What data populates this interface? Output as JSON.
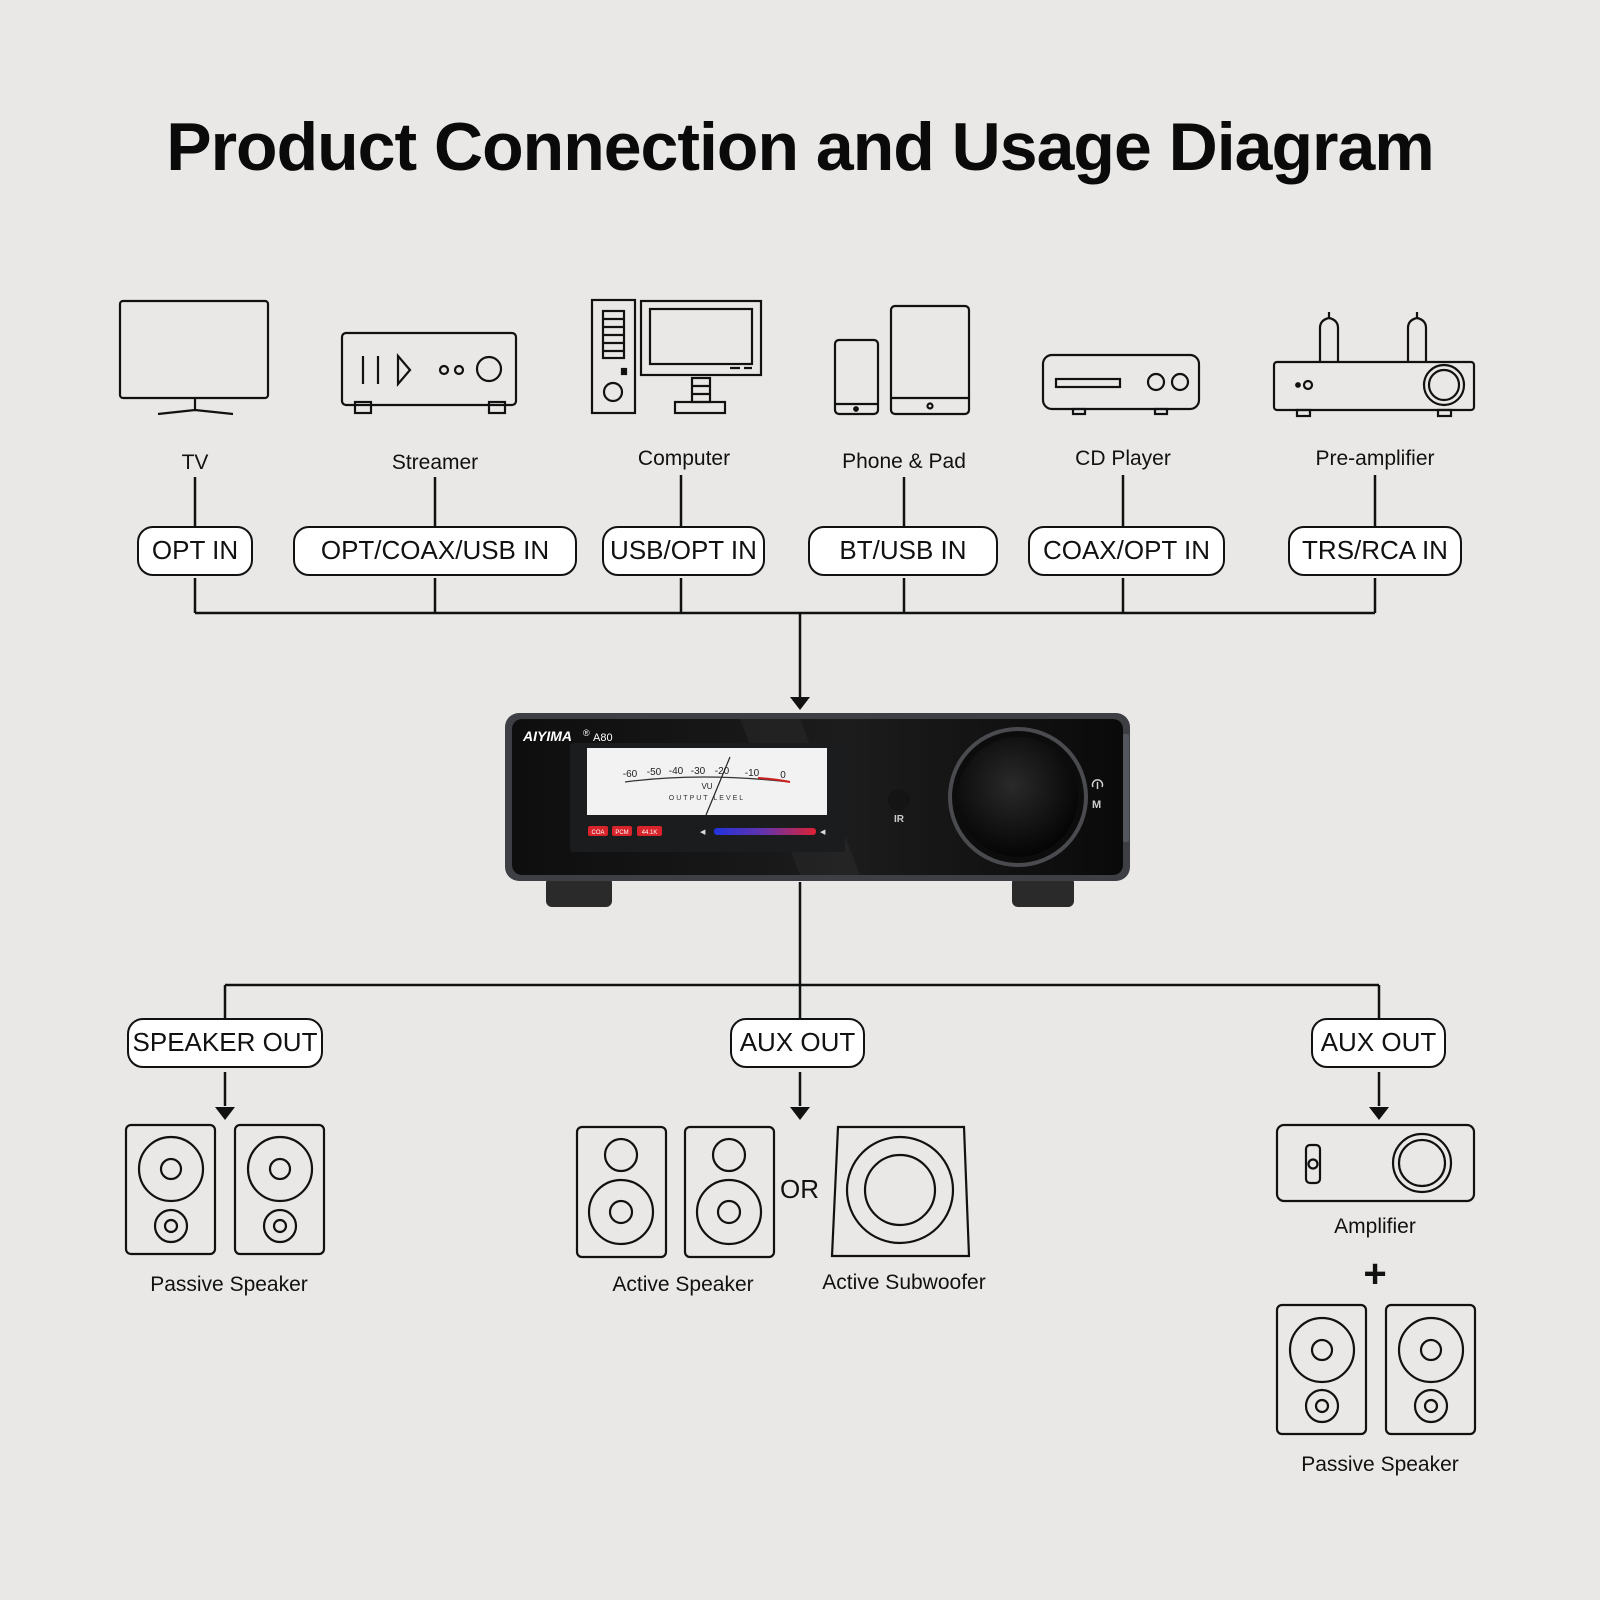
{
  "title": "Product Connection and Usage Diagram",
  "sources": [
    {
      "label": "TV",
      "port": "OPT IN",
      "icon": "tv-icon"
    },
    {
      "label": "Streamer",
      "port": "OPT/COAX/USB IN",
      "icon": "streamer-icon"
    },
    {
      "label": "Computer",
      "port": "USB/OPT IN",
      "icon": "computer-icon"
    },
    {
      "label": "Phone & Pad",
      "port": "BT/USB IN",
      "icon": "phone-pad-icon"
    },
    {
      "label": "CD Player",
      "port": "COAX/OPT IN",
      "icon": "cd-player-icon"
    },
    {
      "label": "Pre-amplifier",
      "port": "TRS/RCA IN",
      "icon": "preamplifier-icon"
    }
  ],
  "device": {
    "brand": "AIYIMA",
    "model": "A80",
    "vu_scale": [
      "-60",
      "-50",
      "-40",
      "-30",
      "-20",
      "-10",
      "0"
    ],
    "vu_label": "VU",
    "vu_caption": "OUTPUT LEVEL",
    "badges": [
      "COA",
      "PCM",
      "44.1K"
    ],
    "ir_label": "IR",
    "mode_label": "M",
    "colors": {
      "body": "#111111",
      "badge": "#d8232a",
      "bar_start": "#2233dd",
      "bar_end": "#dd2233"
    }
  },
  "outputs": [
    {
      "port": "SPEAKER OUT",
      "devices": [
        "Passive Speaker"
      ]
    },
    {
      "port": "AUX OUT",
      "devices": [
        "Active Speaker",
        "Active Subwoofer"
      ],
      "separator": "OR"
    },
    {
      "port": "AUX OUT",
      "devices": [
        "Amplifier",
        "Passive Speaker"
      ],
      "separator": "+"
    }
  ]
}
